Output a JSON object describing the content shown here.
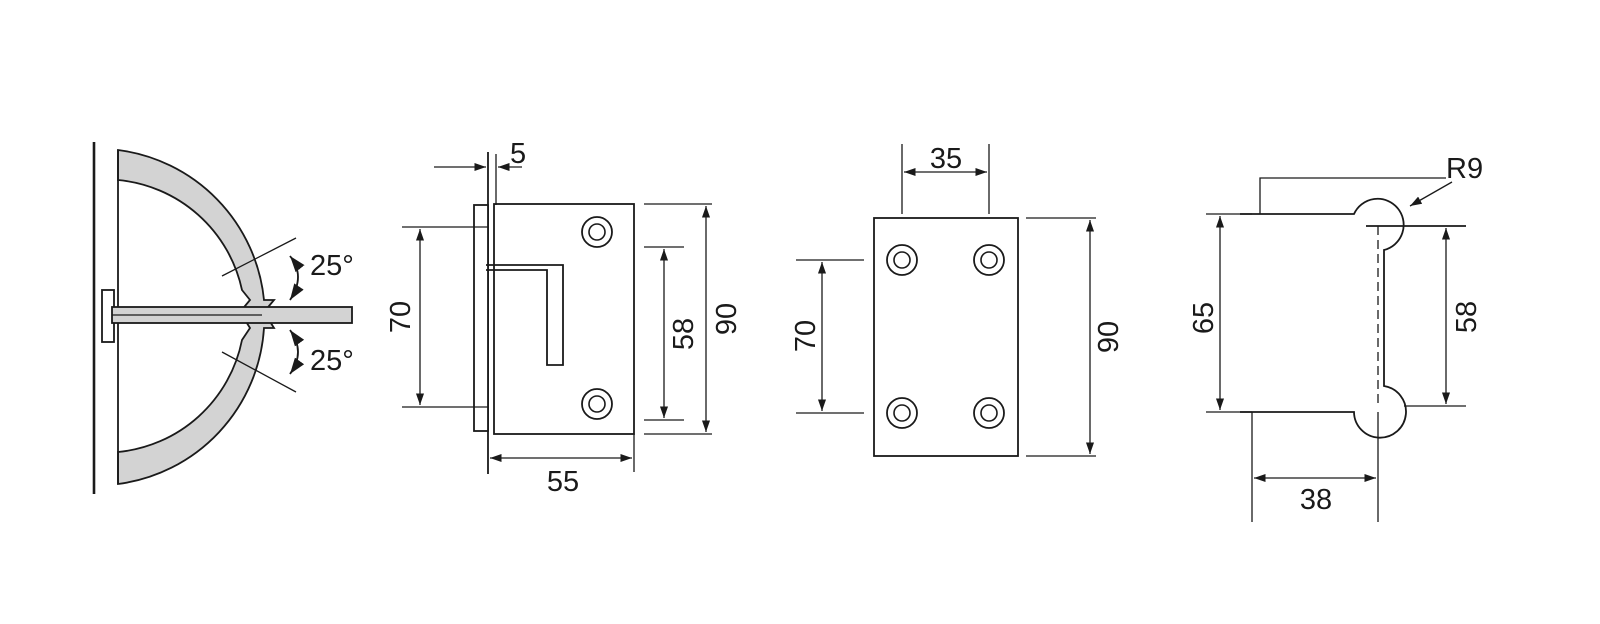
{
  "views": {
    "swing_view": {
      "angle_upper": "25°",
      "angle_lower": "25°"
    },
    "side_view": {
      "dim_thickness": "5",
      "dim_height_left": "70",
      "dim_height_inner": "58",
      "dim_height_total": "90",
      "dim_width": "55"
    },
    "front_view": {
      "dim_hole_spacing_horizontal": "35",
      "dim_hole_spacing_vertical": "70",
      "dim_height_total": "90"
    },
    "clamp_profile_view": {
      "dim_radius": "R9",
      "dim_height_left": "65",
      "dim_height_right": "58",
      "dim_width": "38"
    }
  },
  "colors": {
    "line": "#1a1a1a",
    "shading": "#d3d3d3",
    "background": "#ffffff"
  }
}
